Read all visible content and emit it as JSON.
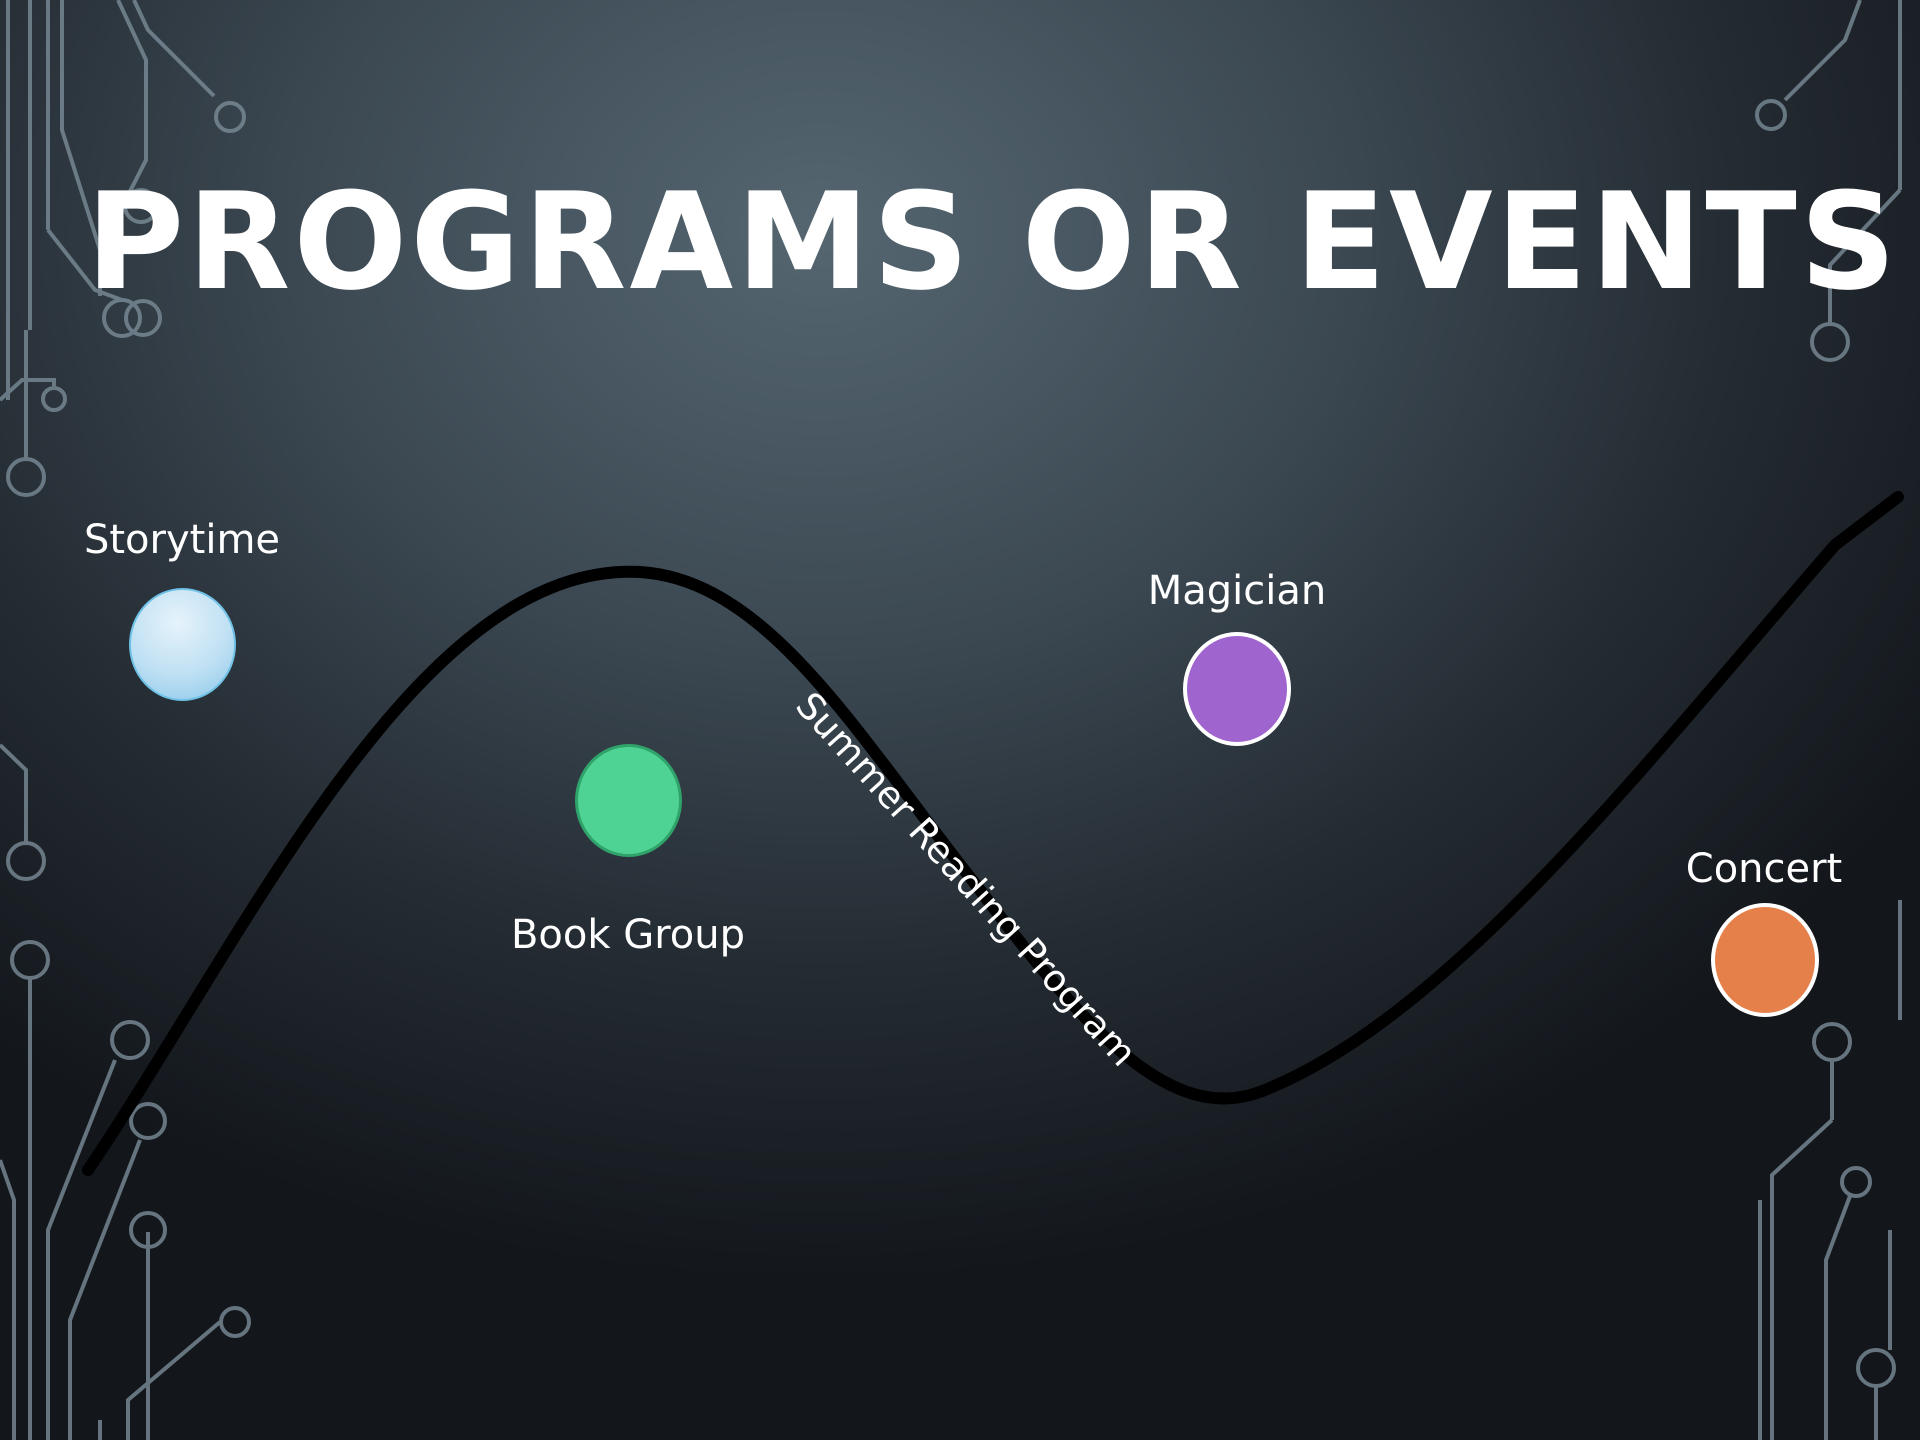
{
  "slide": {
    "title": "PROGRAMS OR EVENTS",
    "curve_label": "Summer Reading Program",
    "events": [
      {
        "id": "storytime",
        "label": "Storytime",
        "color": "#b9dcf2"
      },
      {
        "id": "book-group",
        "label": "Book Group",
        "color": "#4fd394"
      },
      {
        "id": "magician",
        "label": "Magician",
        "color": "#a064cf"
      },
      {
        "id": "concert",
        "label": "Concert",
        "color": "#e6804a"
      }
    ]
  },
  "colors": {
    "circuit_lines": "#7a8c98",
    "curve": "#000000",
    "text": "#ffffff"
  }
}
